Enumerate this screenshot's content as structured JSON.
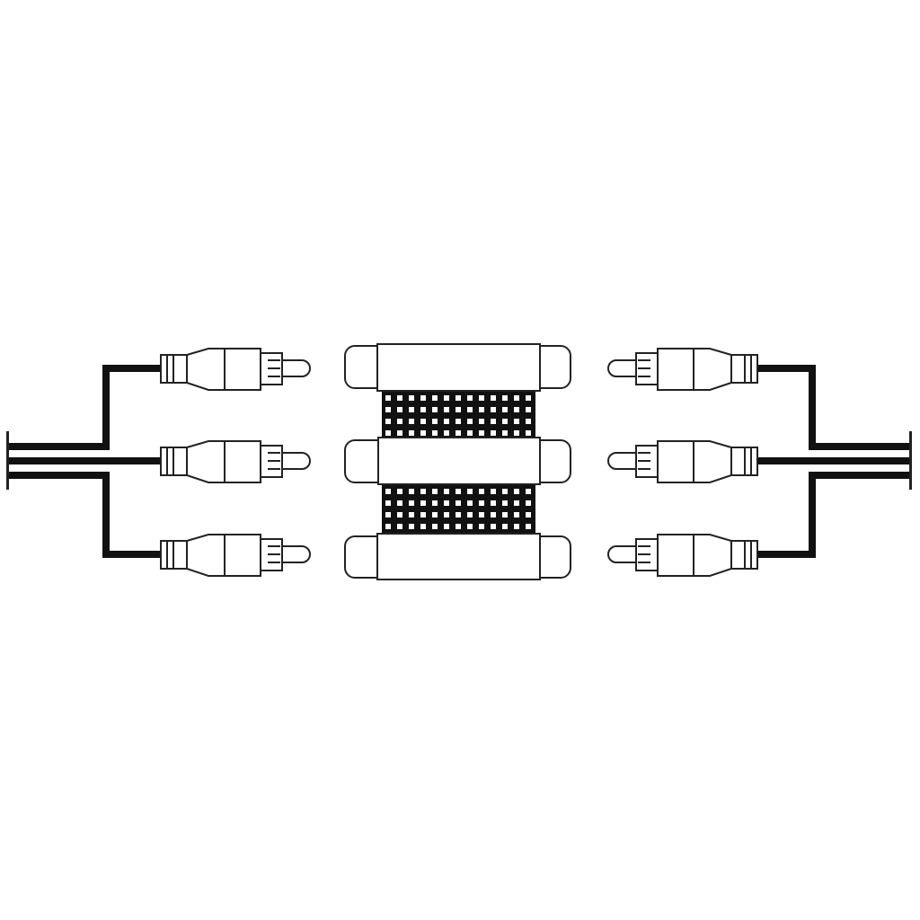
{
  "diagram": {
    "components": [
      "rca-cable-left",
      "rca-coupler",
      "rca-cable-right"
    ],
    "plug_count_per_side": 3,
    "colors": {
      "line": "#222222",
      "background": "#ffffff",
      "fill": "#ffffff"
    }
  }
}
